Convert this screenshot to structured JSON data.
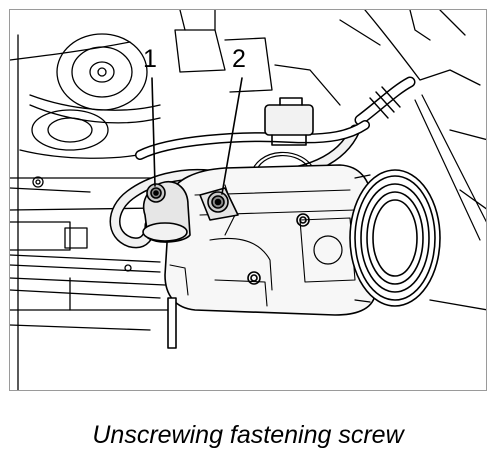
{
  "figure": {
    "callouts": [
      {
        "id": "1"
      },
      {
        "id": "2"
      }
    ],
    "caption": "Unscrewing fastening screw"
  },
  "colors": {
    "line": "#000000",
    "frame": "#9a9a9a",
    "fill_light": "#f2f2f2",
    "fill_mid": "#e6e6e6",
    "fill_dark": "#c8c8c8"
  }
}
